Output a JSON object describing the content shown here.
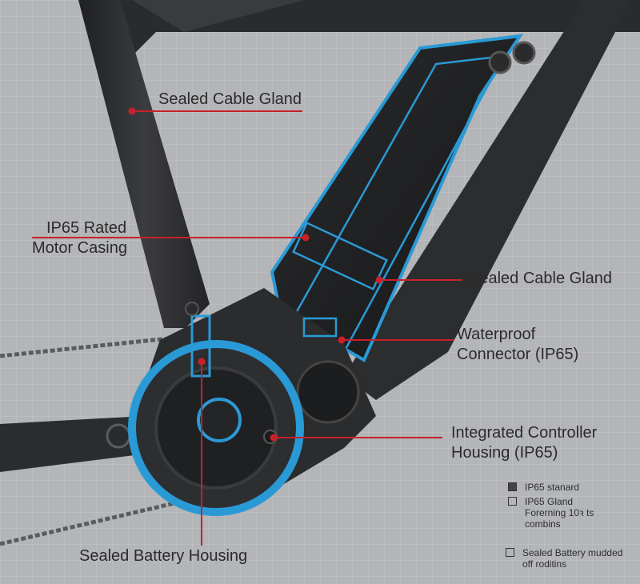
{
  "callouts": {
    "top_cable_gland": "Sealed Cable Gland",
    "motor_casing_line1": "IP65 Rated",
    "motor_casing_line2": "Motor Casing",
    "right_cable_gland": "Sealed Cable Gland",
    "connector_line1": "Waterproof",
    "connector_line2": "Connector (IP65)",
    "controller_line1": "Integrated Controller",
    "controller_line2": "Housing (IP65)",
    "battery_housing": "Sealed Battery Housing"
  },
  "legend": [
    {
      "swatch": "filled",
      "text": "IP65 stanard"
    },
    {
      "swatch": "empty",
      "text": "IP65 Gland\nForerning 10ꝛ ts\ncombins"
    },
    {
      "swatch": "empty",
      "text": "Sealed Battery mudded\noff roditins"
    }
  ],
  "colors": {
    "leader_line": "#c8202a",
    "seal_highlight": "#2a9ad6",
    "frame": "#2e2f31",
    "background": "#b3b5b8"
  }
}
